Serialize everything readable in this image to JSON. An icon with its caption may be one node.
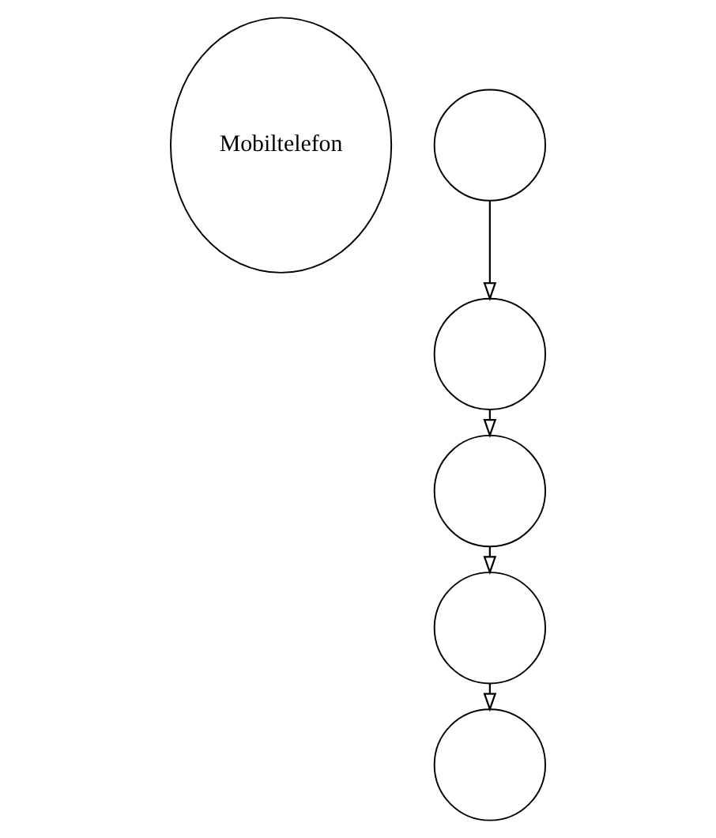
{
  "diagram": {
    "nodes": [
      {
        "text": [
          "Mobiltelefon"
        ]
      },
      {
        "text": [],
        "shape": "circle"
      },
      {
        "text": [],
        "shape": "circle"
      },
      {
        "text": [],
        "shape": "circle"
      },
      {
        "text": [],
        "shape": "circle"
      },
      {
        "text": [],
        "shape": "circle"
      }
    ],
    "edges": [
      {
        "from": 1,
        "to": 2,
        "arrow": "to"
      },
      {
        "from": 2,
        "to": 3,
        "arrow": "to"
      },
      {
        "from": 3,
        "to": 4,
        "arrow": "to"
      },
      {
        "from": 4,
        "to": 5,
        "arrow": "to"
      }
    ]
  }
}
